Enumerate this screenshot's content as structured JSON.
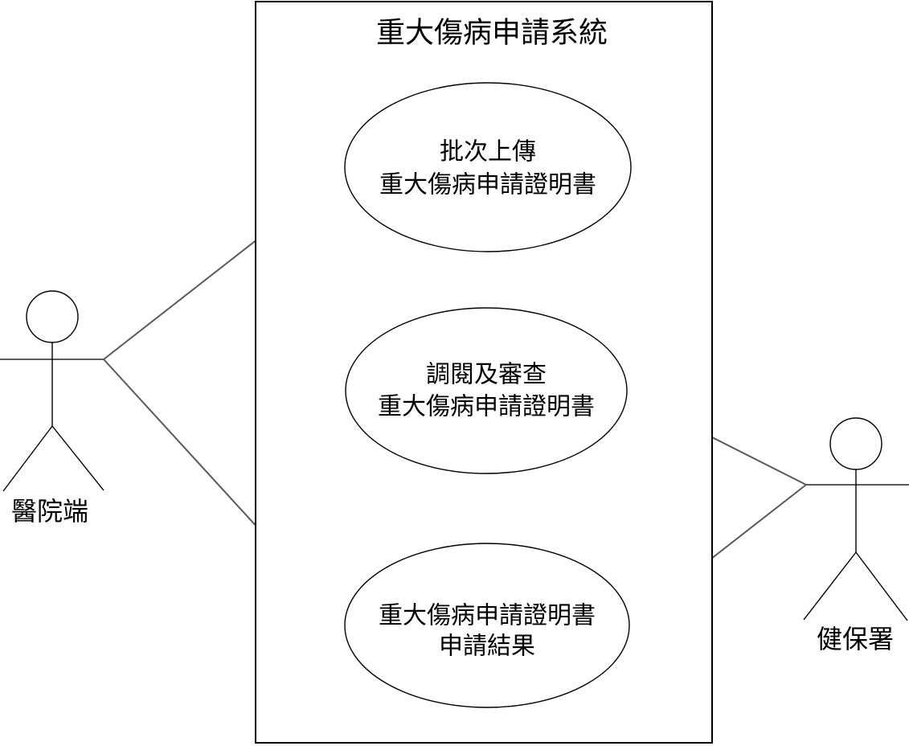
{
  "diagram": {
    "type": "uml-use-case-diagram",
    "system": {
      "title": "重大傷病申請系統"
    },
    "use_cases": [
      {
        "id": "uc-batch-upload",
        "line1": "批次上傳",
        "line2": "重大傷病申請證明書"
      },
      {
        "id": "uc-review",
        "line1": "調閱及審查",
        "line2": "重大傷病申請證明書"
      },
      {
        "id": "uc-apply-result",
        "line1": "重大傷病申請證明書",
        "line2": "申請結果"
      }
    ],
    "actors": [
      {
        "id": "actor-hospital",
        "label": "醫院端"
      },
      {
        "id": "actor-nhi",
        "label": "健保署"
      }
    ],
    "associations": [
      {
        "from": "醫院端",
        "to": "批次上傳 重大傷病申請證明書"
      },
      {
        "from": "醫院端",
        "to": "重大傷病申請證明書 申請結果"
      },
      {
        "from": "健保署",
        "to": "調閱及審查 重大傷病申請證明書"
      },
      {
        "from": "健保署",
        "to": "重大傷病申請證明書 申請結果"
      }
    ],
    "colors": {
      "shape_stroke": "#000000",
      "connector_stroke": "#595959",
      "fill": "#ffffff",
      "text": "#000000",
      "background": "#ffffff"
    }
  }
}
